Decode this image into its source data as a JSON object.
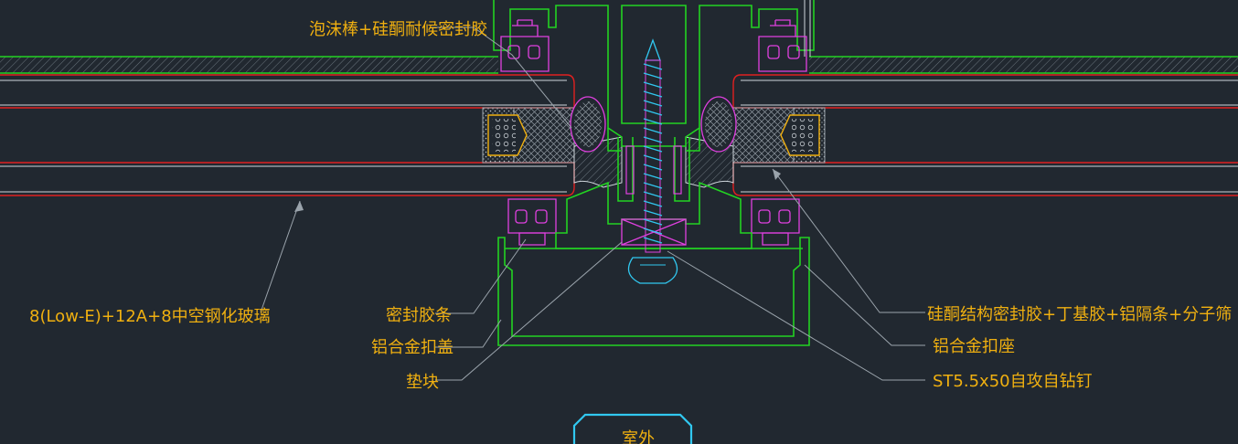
{
  "labels": {
    "foam_rod": "泡沫棒+硅酮耐候密封胶",
    "glass": "8(Low-E)+12A+8中空钢化玻璃",
    "gasket": "密封胶条",
    "cover_cap": "铝合金扣盖",
    "spacer_block": "垫块",
    "structural_sealant": "硅酮结构密封胶+丁基胶+铝隔条+分子筛",
    "base_seat": "铝合金扣座",
    "screw": "ST5.5x50自攻自钻钉",
    "exterior": "室外"
  },
  "colors": {
    "background": "#212830",
    "label_text": "#f0b010",
    "leader": "#9aa3ab",
    "glass_edge": "#e02020",
    "aluminium": "#22d322",
    "gasket": "#e040e0",
    "exterior_badge": "#31c8f0"
  }
}
